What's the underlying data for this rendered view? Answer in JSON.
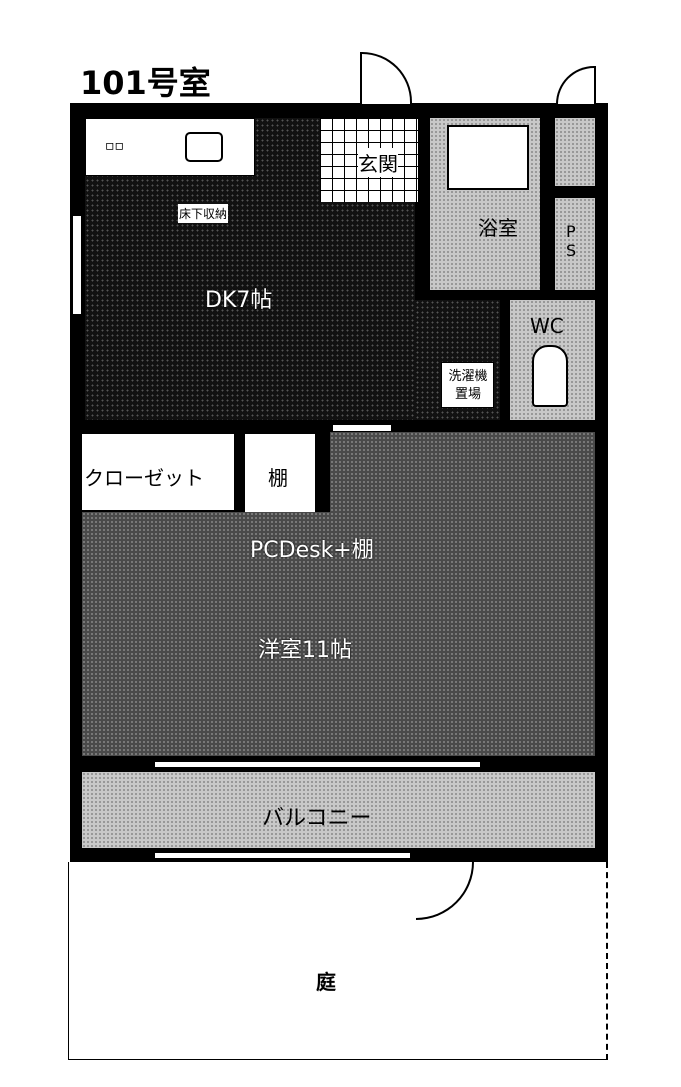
{
  "title": "101号室",
  "rooms": {
    "dk": "DK7帖",
    "underfloor": "床下収納",
    "entrance": "玄関",
    "bath": "浴室",
    "ps": "PS",
    "wc": "WC",
    "laundry": "洗濯機置場",
    "closet": "クローゼット",
    "shelf": "棚",
    "pcdesk": "PCDesk+棚",
    "western": "洋室11帖",
    "balcony": "バルコニー",
    "garden": "庭"
  }
}
